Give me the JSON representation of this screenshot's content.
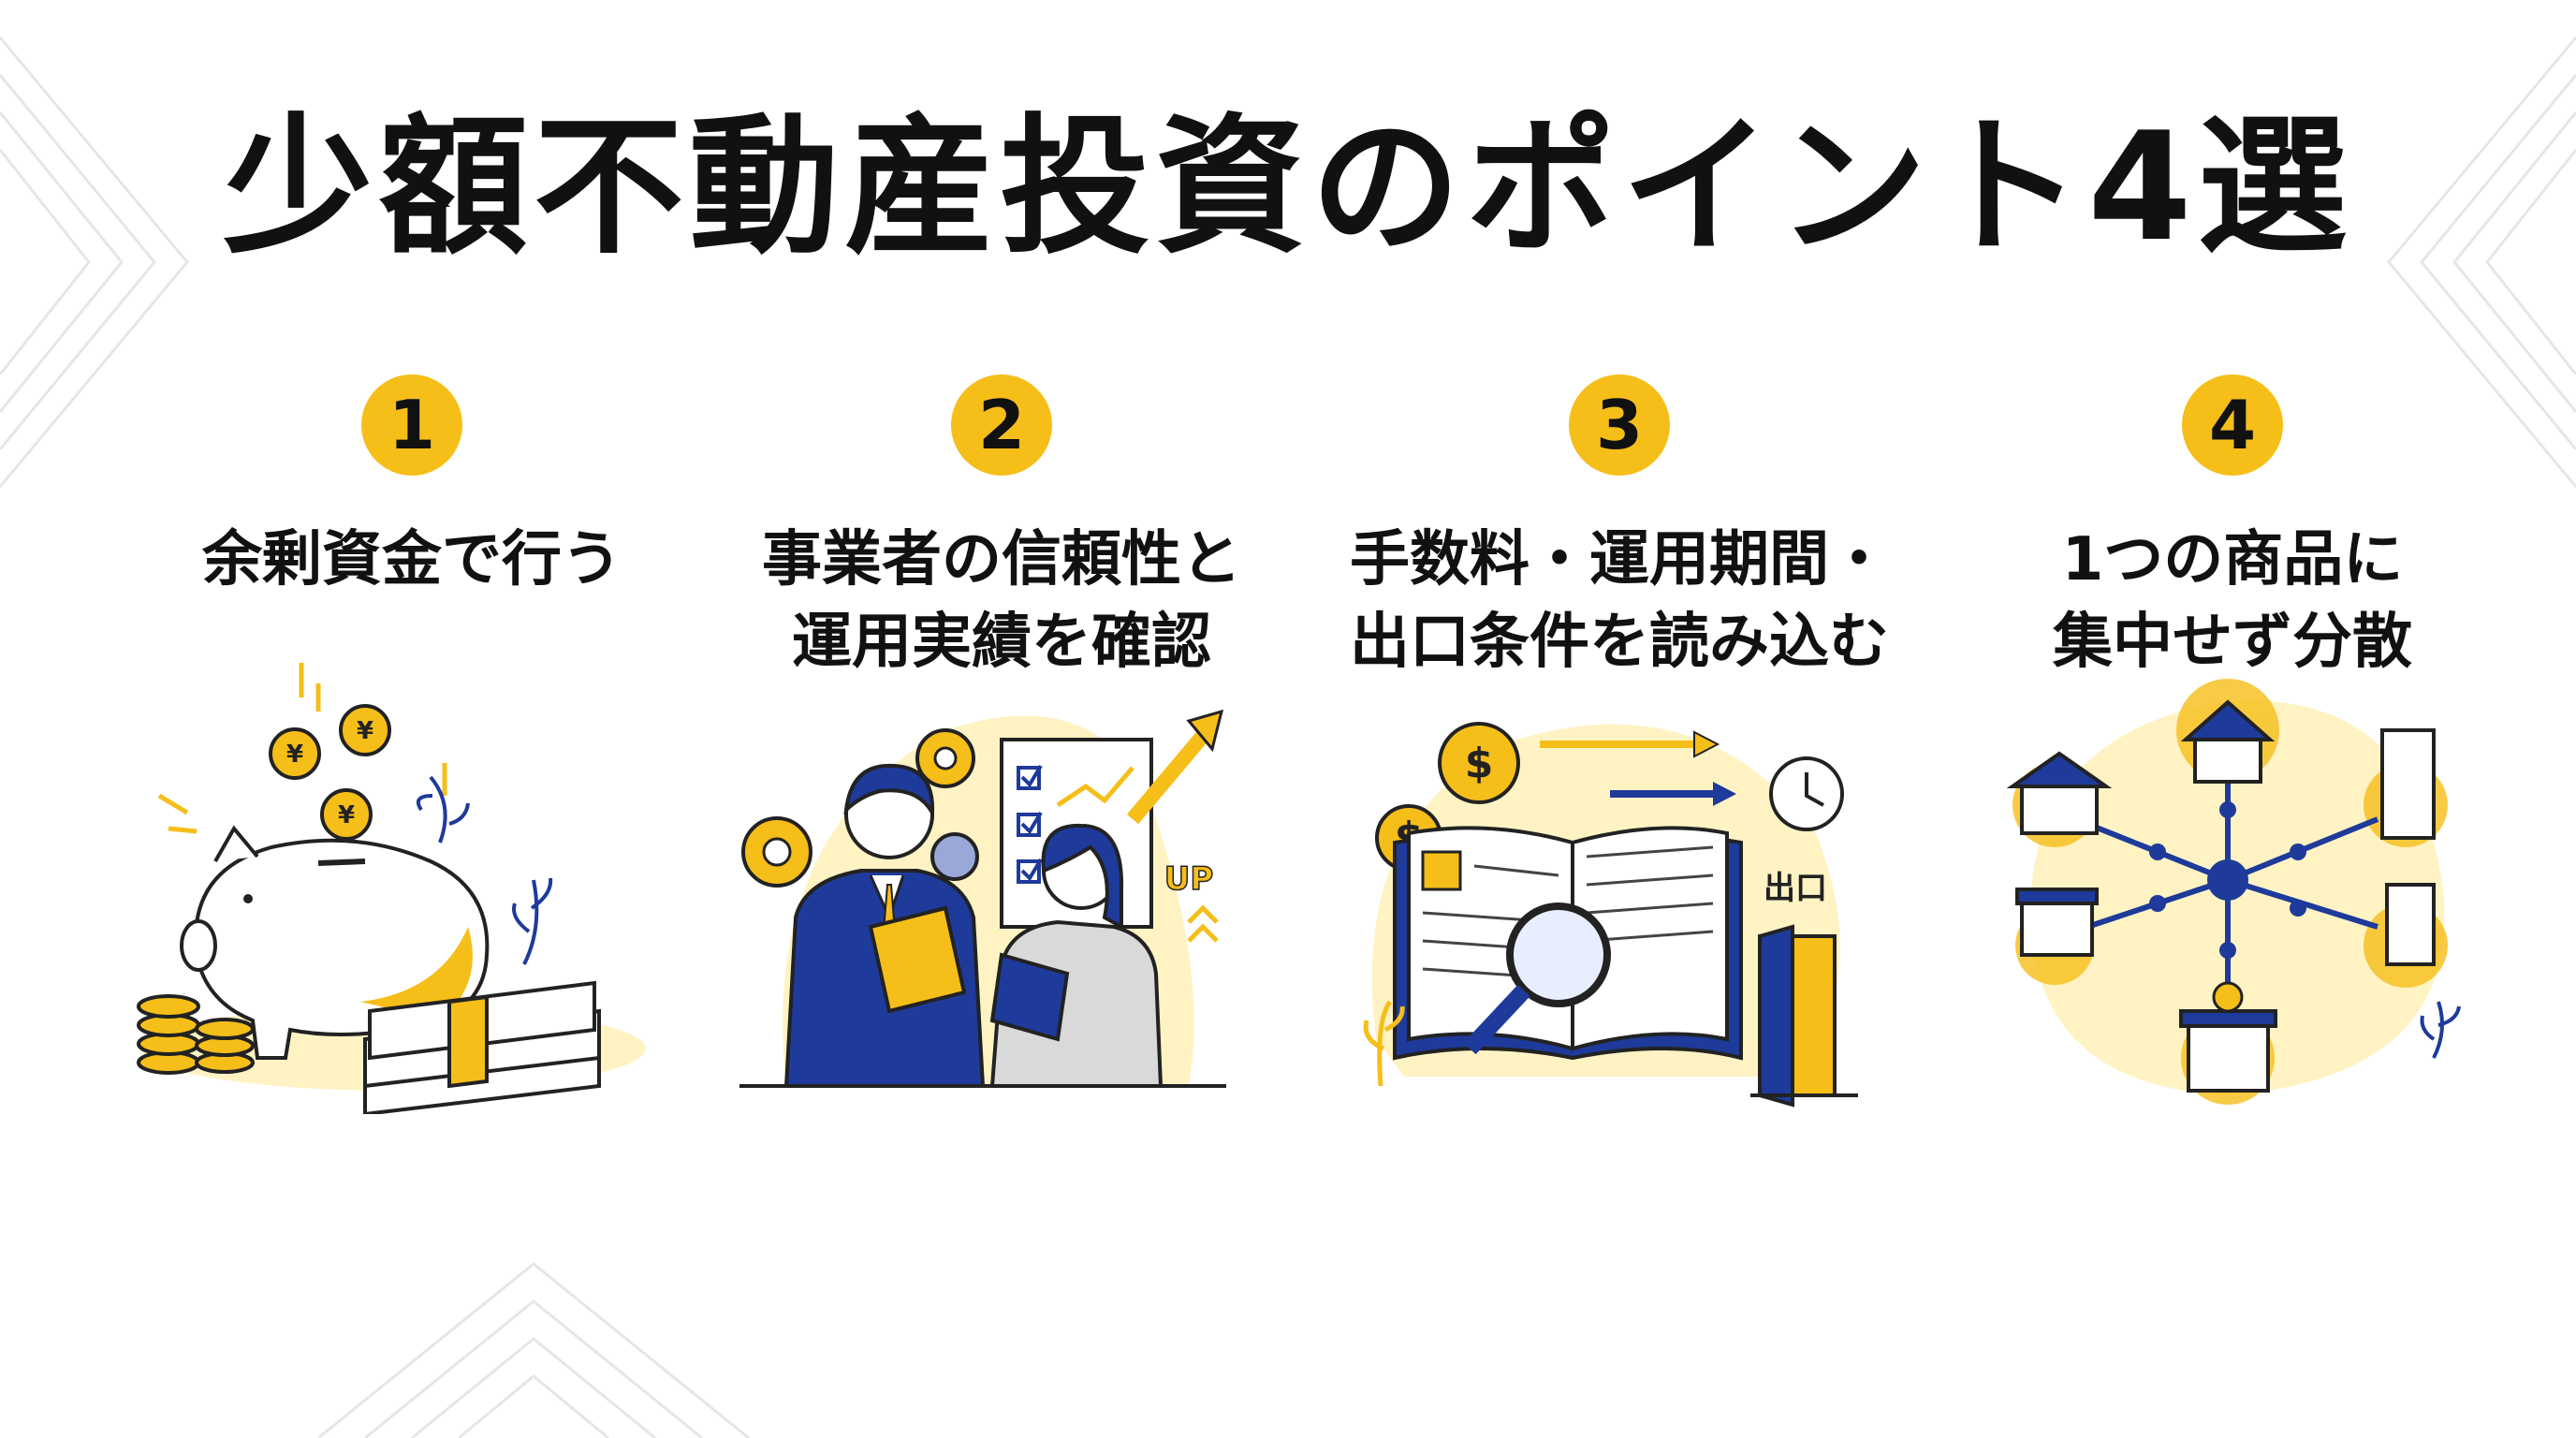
{
  "title": "少額不動産投資のポイント4選",
  "colors": {
    "accent": "#F6BE19",
    "navy": "#1E3A9A",
    "pale_yellow": "#FFF3C4",
    "text": "#111111"
  },
  "points": [
    {
      "number": "1",
      "lines": [
        "余剰資金で行う"
      ],
      "icon": "piggy-bank-icon"
    },
    {
      "number": "2",
      "lines": [
        "事業者の信頼性と",
        "運用実績を確認"
      ],
      "icon": "business-people-icon",
      "badge": "UP"
    },
    {
      "number": "3",
      "lines": [
        "手数料・運用期間・",
        "出口条件を読み込む"
      ],
      "icon": "open-book-magnifier-icon",
      "badge": "出口"
    },
    {
      "number": "4",
      "lines": [
        "1つの商品に",
        "集中せず分散"
      ],
      "icon": "diversified-network-icon"
    }
  ]
}
